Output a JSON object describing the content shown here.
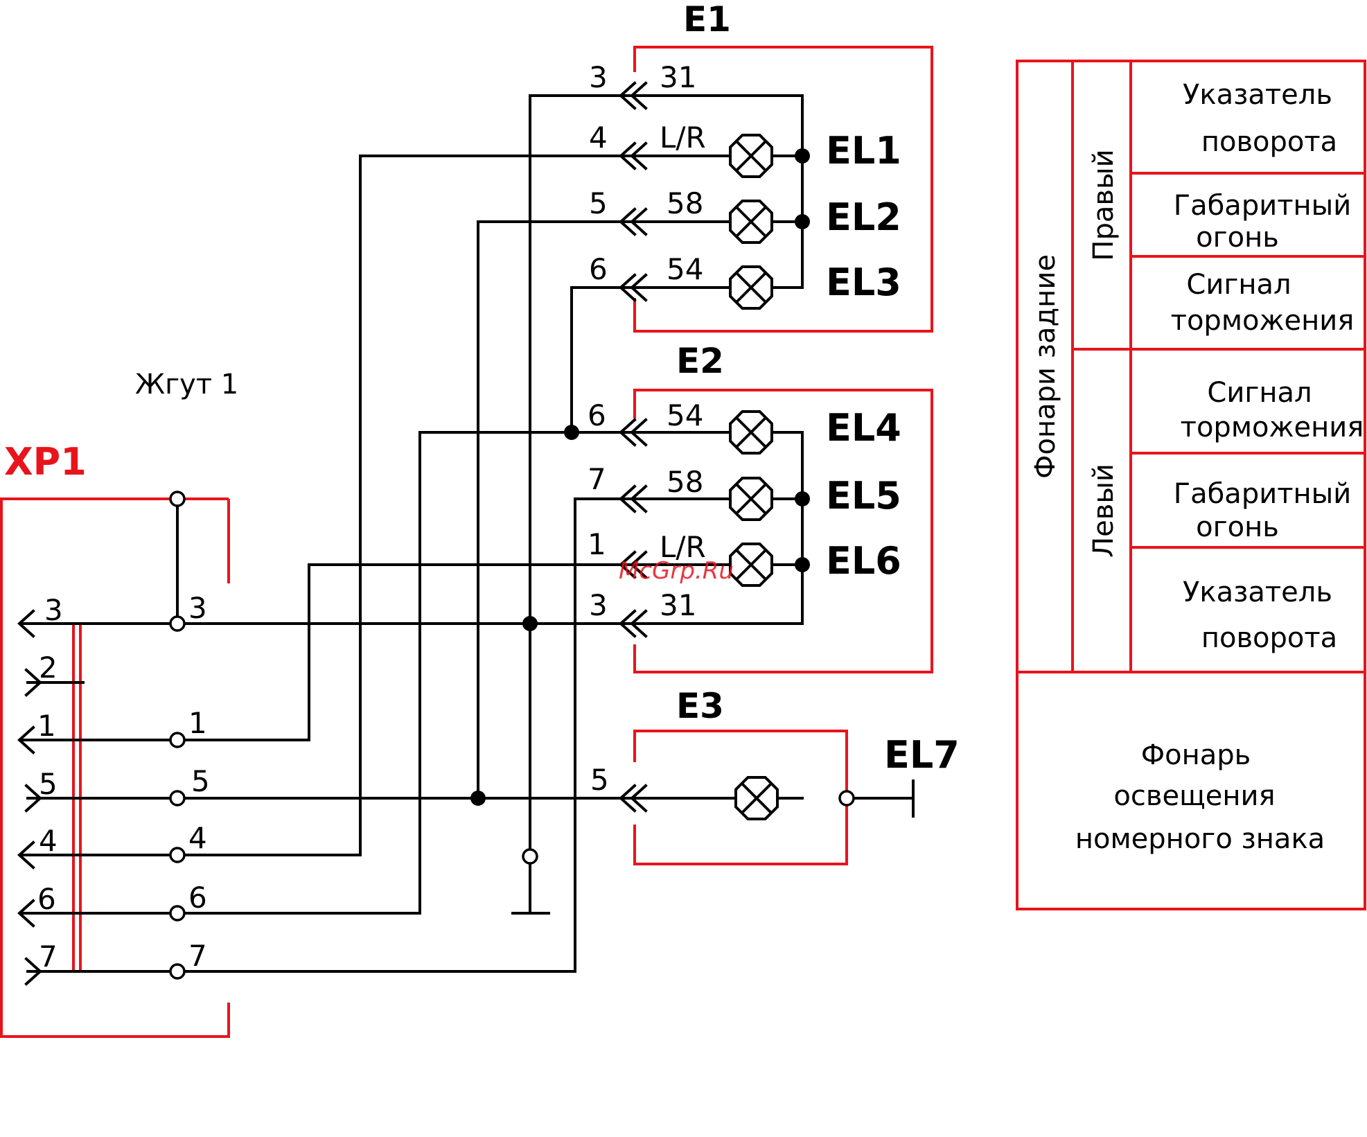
{
  "connector": {
    "label": "XP1",
    "pins": [
      "3",
      "2",
      "1",
      "5",
      "4",
      "6",
      "7"
    ],
    "terminals": [
      "3",
      "1",
      "5",
      "4",
      "6",
      "7"
    ]
  },
  "harness_label": "Жгут 1",
  "blocks": {
    "e1": {
      "label": "E1",
      "pins": [
        "3",
        "4",
        "5",
        "6"
      ],
      "contacts": [
        "31",
        "L/R",
        "58",
        "54"
      ],
      "lamps": [
        "EL1",
        "EL2",
        "EL3"
      ]
    },
    "e2": {
      "label": "E2",
      "pins": [
        "6",
        "7",
        "1",
        "3"
      ],
      "contacts": [
        "54",
        "58",
        "L/R",
        "31"
      ],
      "lamps": [
        "EL4",
        "EL5",
        "EL6"
      ]
    },
    "e3": {
      "label": "E3",
      "pin": "5",
      "lamp": "EL7"
    }
  },
  "watermark": "McGrp.Ru",
  "legend": {
    "group": "Фонари задние",
    "right": {
      "label": "Правый",
      "items": [
        [
          "Указатель",
          "поворота"
        ],
        [
          "Габаритный",
          "огонь"
        ],
        [
          "Сигнал",
          "торможения"
        ]
      ]
    },
    "left": {
      "label": "Левый",
      "items": [
        [
          "Сигнал",
          "торможения"
        ],
        [
          "Габаритный",
          "огонь"
        ],
        [
          "Указатель",
          "поворота"
        ]
      ]
    },
    "plate": [
      "Фонарь",
      "освещения",
      "номерного знака"
    ]
  }
}
